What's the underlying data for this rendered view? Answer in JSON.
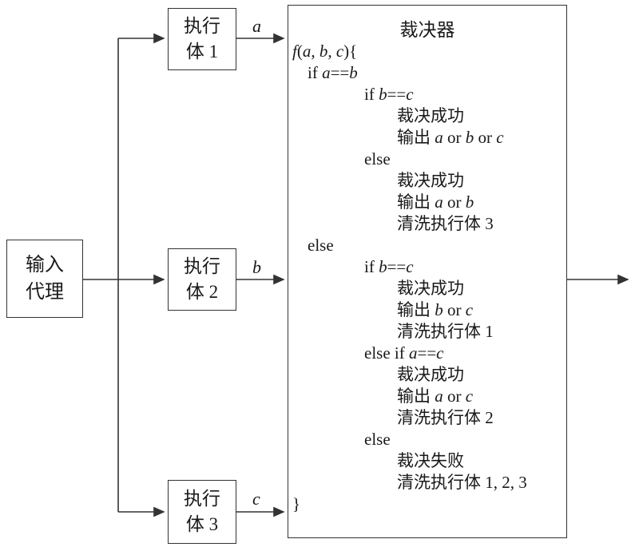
{
  "diagram": {
    "input_agent": {
      "label_line1": "输入",
      "label_line2": "代理"
    },
    "executors": [
      {
        "label_line1": "执行",
        "label_line2": "体 1",
        "signal": "a"
      },
      {
        "label_line1": "执行",
        "label_line2": "体 2",
        "signal": "b"
      },
      {
        "label_line1": "执行",
        "label_line2": "体 3",
        "signal": "c"
      }
    ],
    "arbiter": {
      "title": "裁决器",
      "code_lines": [
        {
          "text": "f(a, b, c){",
          "indent": 0
        },
        {
          "text": "if a==b",
          "indent": 1
        },
        {
          "text": "if b==c",
          "indent": 2
        },
        {
          "text": "裁决成功",
          "indent": 3
        },
        {
          "text": "输出 a or b or c",
          "indent": 3
        },
        {
          "text": "else",
          "indent": 2
        },
        {
          "text": "裁决成功",
          "indent": 3
        },
        {
          "text": "输出 a or b",
          "indent": 3
        },
        {
          "text": "清洗执行体 3",
          "indent": 3
        },
        {
          "text": "else",
          "indent": 1
        },
        {
          "text": "if b==c",
          "indent": 2
        },
        {
          "text": "裁决成功",
          "indent": 3
        },
        {
          "text": "输出 b or c",
          "indent": 3
        },
        {
          "text": "清洗执行体 1",
          "indent": 3
        },
        {
          "text": "else if a==c",
          "indent": 2
        },
        {
          "text": "裁决成功",
          "indent": 3
        },
        {
          "text": "输出 a or c",
          "indent": 3
        },
        {
          "text": "清洗执行体 2",
          "indent": 3
        },
        {
          "text": "else",
          "indent": 2
        },
        {
          "text": "裁决失败",
          "indent": 3
        },
        {
          "text": "清洗执行体 1, 2, 3",
          "indent": 3
        },
        {
          "text": "}",
          "indent": 0
        }
      ]
    },
    "colors": {
      "line": "#333333",
      "text": "#1a1a1a",
      "background": "#ffffff"
    }
  }
}
